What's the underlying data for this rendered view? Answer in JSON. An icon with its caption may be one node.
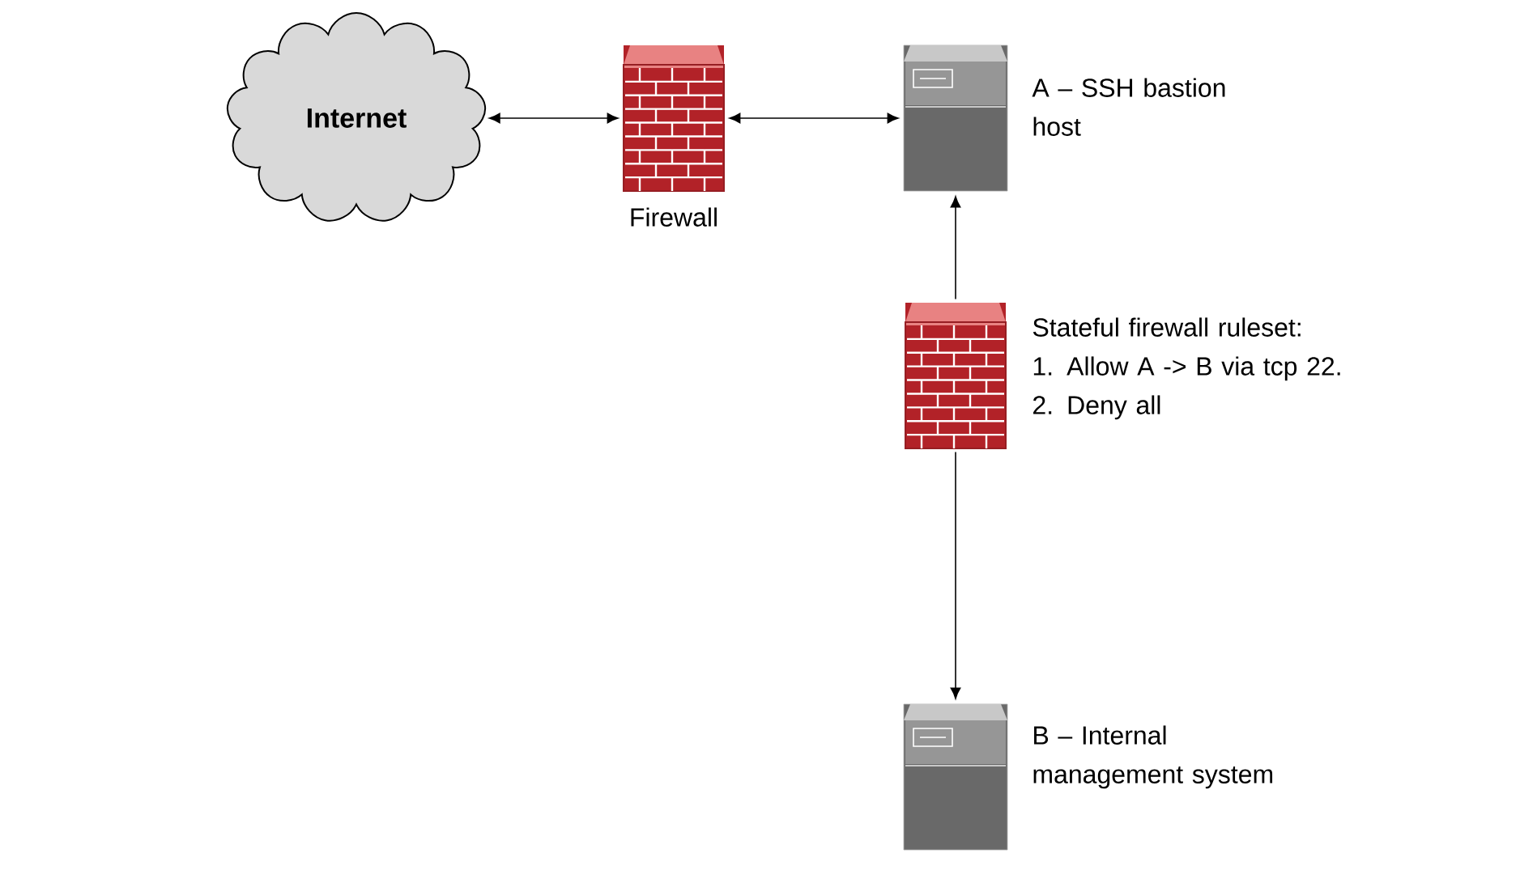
{
  "diagram": {
    "nodes": [
      {
        "text": [
          "Internet"
        ]
      },
      {
        "text": [],
        "shape": "firewall",
        "beside": [
          "Firewall"
        ]
      },
      {
        "text": [],
        "shape": "server",
        "beside": [
          "A – SSH bastion host"
        ]
      },
      {
        "text": [],
        "shape": "firewall",
        "beside": [
          "Stateful firewall ruleset:",
          "1. Allow A -> B via tcp 22.",
          "2. Deny all"
        ]
      },
      {
        "text": [],
        "shape": "server",
        "beside": [
          "B – Internal management system"
        ]
      }
    ],
    "edges": [
      {
        "from": 0,
        "to": 1,
        "arrow": "both"
      },
      {
        "from": 1,
        "to": 2,
        "arrow": "both"
      },
      {
        "from": 3,
        "to": 2,
        "arrow": "to"
      },
      {
        "from": 3,
        "to": 4,
        "arrow": "to"
      }
    ]
  }
}
